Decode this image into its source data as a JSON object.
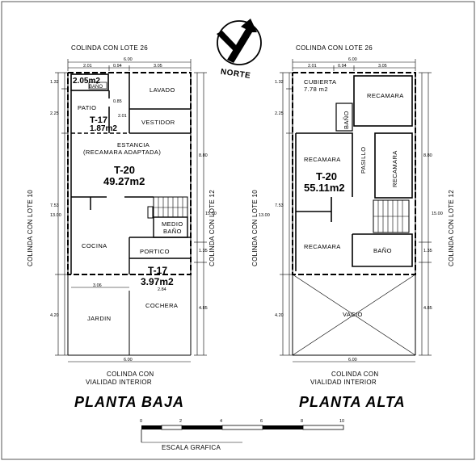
{
  "north_label": "NORTE",
  "baja": {
    "top_neighbor": "COLINDA CON LOTE 26",
    "left_neighbor": "COLINDA CON LOTE 10",
    "right_neighbor": "COLINDA CON LOTE 12",
    "bottom_neighbor_1": "COLINDA CON",
    "bottom_neighbor_2": "VIALIDAD INTERIOR",
    "title": "PLANTA BAJA",
    "rooms": {
      "bano": "BAÑO",
      "bano_area": "2.05m2",
      "lavado": "LAVADO",
      "patio": "PATIO",
      "patio_id": "T-17",
      "patio_area": "1.87m2",
      "vestidor": "VESTIDOR",
      "estancia_1": "ESTANCIA",
      "estancia_2": "(RECAMARA ADAPTADA)",
      "main_id": "T-20",
      "main_area": "49.27m2",
      "medio_bano_1": "MEDIO",
      "medio_bano_2": "BAÑO",
      "cocina": "COCINA",
      "portico": "PORTICO",
      "portico_id": "T-17",
      "portico_area": "3.97m2",
      "jardin": "JARDIN",
      "cochera": "COCHERA"
    },
    "dims": {
      "top_total": "6.00",
      "top_a": "2.01",
      "top_b": "0.94",
      "top_c": "3.05",
      "left_a": "1.32",
      "left_b": "2.25",
      "left_c": "7.53",
      "left_total": "13.00",
      "left_d": "4.20",
      "right_a": "8.80",
      "right_total": "15.00",
      "right_b": "1.35",
      "right_c": "4.85",
      "inner_a": "0.85",
      "inner_b": "2.01",
      "bottom_a": "3.06",
      "bottom_b": "2.84",
      "bottom_total": "6.00"
    }
  },
  "alta": {
    "top_neighbor": "COLINDA CON LOTE 26",
    "left_neighbor": "COLINDA CON LOTE 10",
    "right_neighbor": "COLINDA CON LOTE 12",
    "bottom_neighbor_1": "COLINDA CON",
    "bottom_neighbor_2": "VIALIDAD INTERIOR",
    "title": "PLANTA ALTA",
    "rooms": {
      "cubierta": "CUBIERTA",
      "cubierta_area": "7.78 m2",
      "recamara_1": "RECAMARA",
      "bano_v": "BAÑO",
      "recamara_2": "RECAMARA",
      "pasillo": "PASILLO",
      "recamara_3": "RECAMARA",
      "main_id": "T-20",
      "main_area": "55.11m2",
      "recamara_4": "RECAMARA",
      "bano": "BAÑO",
      "vacio": "VACIO"
    },
    "dims": {
      "top_total": "6.00",
      "top_a": "2.01",
      "top_b": "0.94",
      "top_c": "3.05",
      "left_a": "1.32",
      "left_b": "2.25",
      "left_c": "7.53",
      "left_total": "13.00",
      "left_d": "4.20",
      "right_a": "8.80",
      "right_total": "15.00",
      "right_b": "1.35",
      "right_c": "4.85",
      "bottom_total": "6.00"
    }
  },
  "scale": {
    "label": "ESCALA GRAFICA",
    "ticks": [
      "0",
      "2",
      "4",
      "6",
      "8",
      "10"
    ]
  }
}
